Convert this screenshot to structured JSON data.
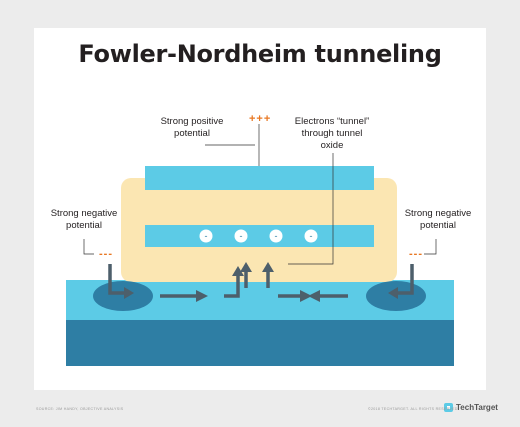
{
  "title": "Fowler-Nordheim tunneling",
  "labels": {
    "positive": "Strong positive\npotential",
    "electrons": "Electrons “tunnel”\nthrough tunnel\noxide",
    "negative_left": "Strong negative\npotential",
    "negative_right": "Strong negative\npotential"
  },
  "charges": {
    "positive": "+++",
    "negative_left": "---",
    "negative_right": "---"
  },
  "electron_symbol": "-",
  "electron_count": 4,
  "footer": {
    "source": "SOURCE: JIM HANDY, OBJECTIVE ANALYSIS",
    "copyright": "©2018 TECHTARGET. ALL RIGHTS RESERVED",
    "brand": "TechTarget"
  },
  "colors": {
    "substrate": "#2e7ea4",
    "channel": "#5ccbe6",
    "oxide": "#fbe6b2",
    "gate": "#5ccbe6",
    "arrow": "#4d5f6b",
    "charge": "#e87722",
    "text": "#231f20"
  },
  "icons": [
    "techtarget-logo-icon"
  ]
}
